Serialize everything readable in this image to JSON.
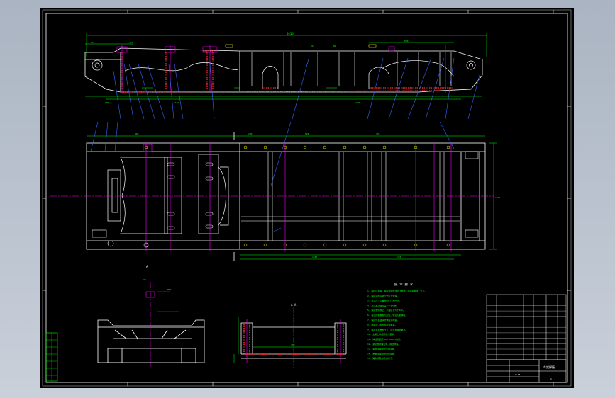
{
  "drawing": {
    "overall_dim": "6415",
    "section_label": "A",
    "tech_title": "技 术 要 求",
    "tech_notes": [
      "1. 焊缝应满焊，焊后清除焊渣及飞溅物，不得有夹渣、气孔。",
      "2. 焊接完成后进行去应力处理。",
      "3. 未注尺寸公差按GB/T1804-m。",
      "4. 未注角焊缝高度不小于6mm。",
      "5. 焊后整体校正，平面度不大于2mm。",
      "6. 各连接板螺栓孔配钻，保证孔距精度。",
      "7. 焊接件表面涂防锈底漆两遍。",
      "8. 涂面漆，颜色按总装要求。",
      "9. 焊后检查各部尺寸，应符合图纸要求。",
      "10. 主梁上拱度按设计要求。",
      "11. 焊缝质量按JB/T5000.3执行。",
      "12. 装配前清理毛刺、锐边倒钝。",
      "13. 全部焊缝进行外观检验。",
      "14. 重要焊缝进行探伤检验。",
      "15. 其余按有关标准执行。"
    ],
    "title_block": {
      "name": "车架焊接",
      "scale": "1:10",
      "sheet": "1"
    }
  }
}
